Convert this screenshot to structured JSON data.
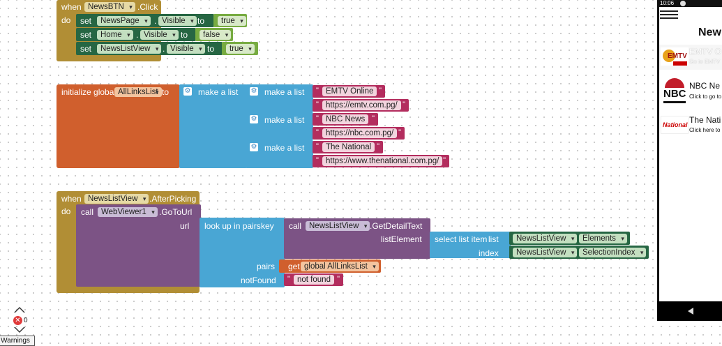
{
  "block1": {
    "when": "when",
    "component": "NewsBTN",
    "event": ".Click",
    "do": "do",
    "sets": [
      {
        "set": "set",
        "component": "NewsPage",
        "dot": ".",
        "prop": "Visible",
        "to": "to",
        "value": "true"
      },
      {
        "set": "set",
        "component": "Home",
        "dot": ".",
        "prop": "Visible",
        "to": "to",
        "value": "false"
      },
      {
        "set": "set",
        "component": "NewsListView",
        "dot": ".",
        "prop": "Visible",
        "to": "to",
        "value": "true"
      }
    ]
  },
  "block2": {
    "init": "initialize global",
    "var": "AllLinksList",
    "to": "to",
    "make_list": "make a list",
    "items": [
      {
        "make": "make a list",
        "name": "EMTV Online",
        "url": "https://emtv.com.pg/"
      },
      {
        "make": "make a list",
        "name": "NBC News",
        "url": "https://nbc.com.pg/"
      },
      {
        "make": "make a list",
        "name": "The National",
        "url": "https://www.thenational.com.pg/"
      }
    ]
  },
  "block3": {
    "when": "when",
    "component": "NewsListView",
    "event": ".AfterPicking",
    "do": "do",
    "call": "call",
    "webviewer": "WebViewer1",
    "method": ".GoToUrl",
    "url": "url",
    "lookup": "look up in pairs",
    "key": "key",
    "call2": "call",
    "list_comp": "NewsListView",
    "get_detail": ".GetDetailText",
    "list_element": "listElement",
    "select": "select list item",
    "list": "list",
    "sel_comp1": "NewsListView",
    "elements": "Elements",
    "index": "index",
    "sel_comp2": "NewsListView",
    "selection_index": "SelectionIndex",
    "pairs": "pairs",
    "get": "get",
    "global_var": "global AllLinksList",
    "not_found": "notFound",
    "not_found_val": "not found"
  },
  "warnings": {
    "count": "0",
    "label": "Warnings"
  },
  "phone": {
    "time": "10:06",
    "title": "New",
    "items": [
      {
        "title": "EMTV O",
        "sub": "Go to EMTV",
        "logo": "EMTV"
      },
      {
        "title": "NBC Ne",
        "sub": "Click to go to",
        "logo": "NBC"
      },
      {
        "title": "The Nati",
        "sub": "Click here to",
        "logo": "National"
      }
    ]
  },
  "colors": {
    "event": "#b18e35",
    "setter": "#266643",
    "logic": "#77ab41",
    "variable": "#d05f2d",
    "list": "#49a6d4",
    "text": "#b32d5e",
    "method": "#7c5385"
  }
}
